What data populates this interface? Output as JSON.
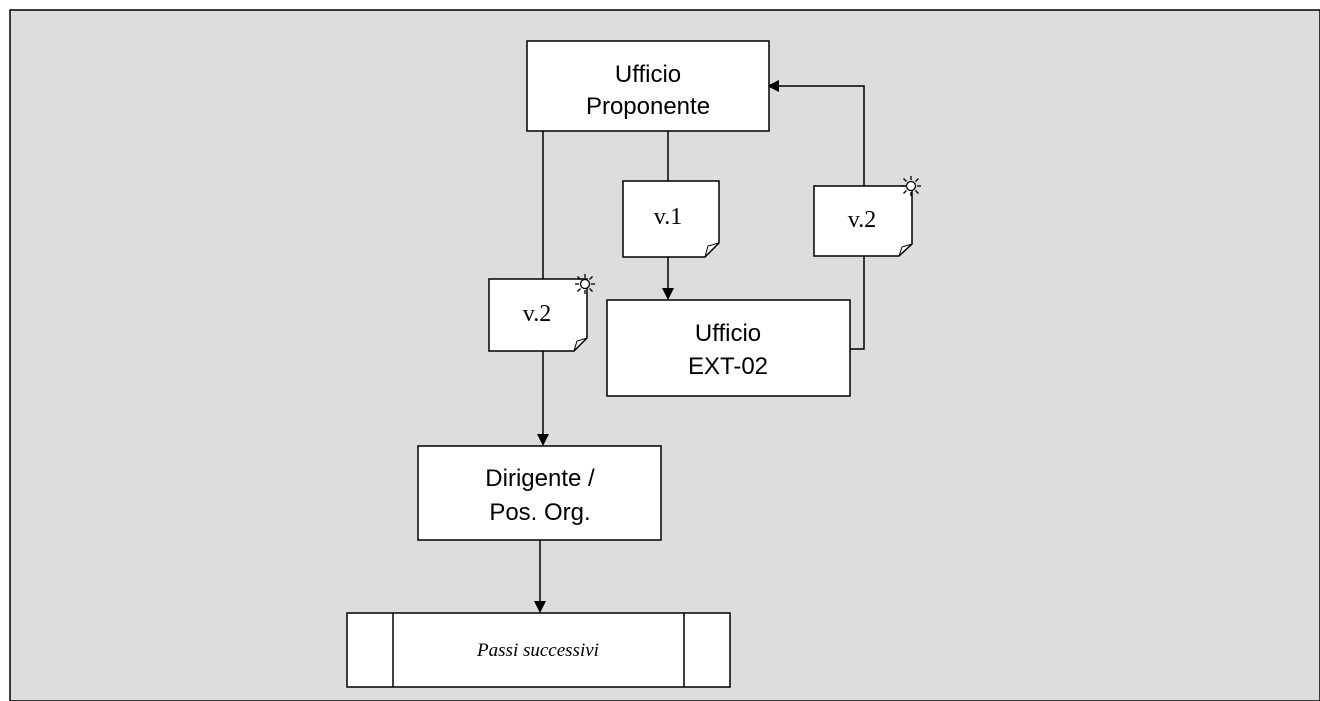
{
  "diagram": {
    "colors": {
      "background": "#dddddd",
      "box_fill": "#ffffff",
      "stroke": "#000000"
    },
    "nodes": {
      "ufficio_proponente": {
        "line1": "Ufficio",
        "line2": "Proponente"
      },
      "ufficio_ext": {
        "line1": "Ufficio",
        "line2": "EXT-02"
      },
      "dirigente": {
        "line1": "Dirigente /",
        "line2": "Pos. Org."
      },
      "passi": {
        "label": "Passi successivi"
      }
    },
    "documents": {
      "doc_v1": {
        "label": "v.1",
        "icon": "none"
      },
      "doc_v2_return": {
        "label": "v.2",
        "icon": "sun-icon"
      },
      "doc_v2_forward": {
        "label": "v.2",
        "icon": "sun-icon"
      }
    }
  }
}
